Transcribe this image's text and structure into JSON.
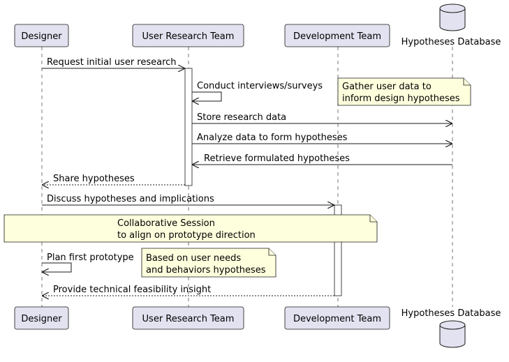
{
  "participants": [
    {
      "id": "designer",
      "label": "Designer"
    },
    {
      "id": "urt",
      "label": "User Research Team"
    },
    {
      "id": "dev",
      "label": "Development Team"
    },
    {
      "id": "db",
      "label": "Hypotheses Database"
    }
  ],
  "messages": [
    {
      "id": "m1",
      "text": "Request initial user research"
    },
    {
      "id": "m2",
      "text": "Conduct interviews/surveys"
    },
    {
      "id": "m3",
      "text": "Store research data"
    },
    {
      "id": "m4",
      "text": "Analyze data to form hypotheses"
    },
    {
      "id": "m5",
      "text": "Retrieve formulated hypotheses"
    },
    {
      "id": "m6",
      "text": "Share hypotheses"
    },
    {
      "id": "m7",
      "text": "Discuss hypotheses and implications"
    },
    {
      "id": "m8",
      "text": "Plan first prototype"
    },
    {
      "id": "m9",
      "text": "Provide technical feasibility insight"
    }
  ],
  "notes": [
    {
      "id": "n1",
      "lines": [
        "Gather user data to",
        "inform design hypotheses"
      ]
    },
    {
      "id": "n2",
      "lines": [
        "Collaborative Session",
        "to align on prototype direction"
      ]
    },
    {
      "id": "n3",
      "lines": [
        "Based on user needs",
        "and behaviors hypotheses"
      ]
    }
  ]
}
